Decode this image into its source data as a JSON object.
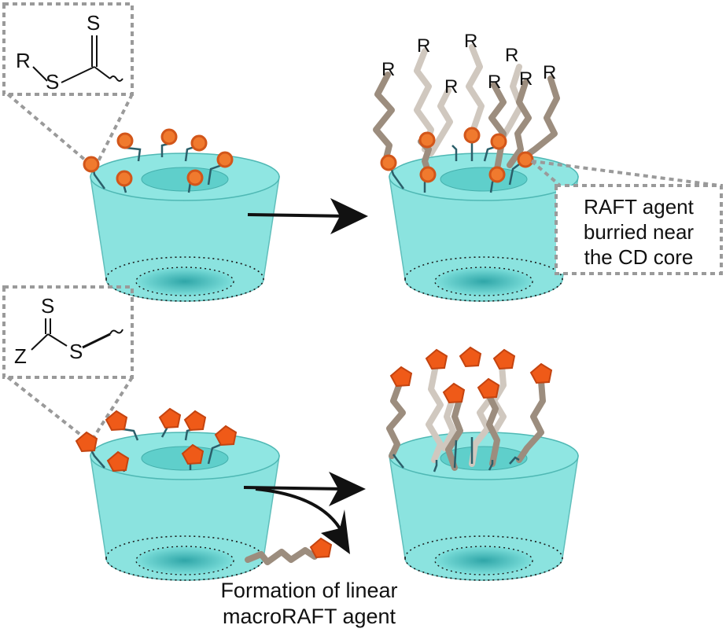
{
  "colors": {
    "cd_fill": "#7fe0dc",
    "cd_stroke": "#4fb8b4",
    "rim_inner": "#5fcfcb",
    "bead": "#f07a2e",
    "bead_stroke": "#d2561a",
    "pentagon": "#ef5a18",
    "pentagon_stroke": "#c44410",
    "chain_dark": "#9c8d7e",
    "chain_light": "#d0c8bf",
    "linker": "#2b5f6a",
    "dotted_box": "#9a9a9a",
    "arrow": "#111111"
  },
  "top_inset": {
    "atoms": {
      "r": "R",
      "s_single": "S",
      "s_double": "S"
    }
  },
  "bottom_inset": {
    "atoms": {
      "z": "Z",
      "s_single": "S",
      "s_double": "S"
    }
  },
  "top_product": {
    "chain_end_label": "R",
    "callout_lines": [
      "RAFT agent",
      "burried near",
      "the CD core"
    ]
  },
  "bottom_caption": {
    "lines": [
      "Formation of linear",
      "macroRAFT agent"
    ]
  },
  "icons": [
    "cyclodextrin-icon",
    "raft-bead-icon",
    "raft-pentagon-icon",
    "polymer-chain-icon",
    "arrow-icon"
  ]
}
